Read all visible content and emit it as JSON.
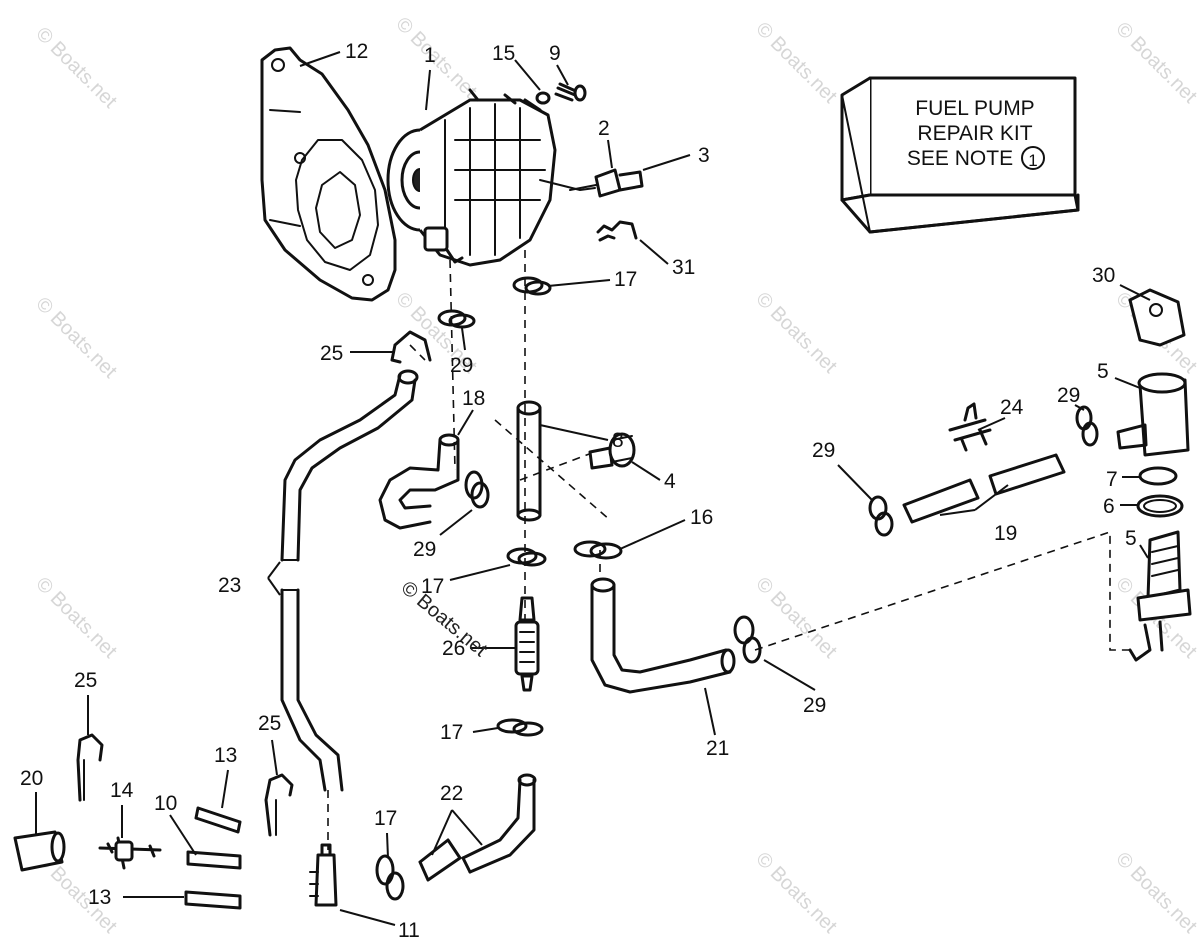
{
  "callouts": {
    "c1": "1",
    "c2": "2",
    "c3": "3",
    "c4": "4",
    "c5a": "5",
    "c5b": "5",
    "c6": "6",
    "c7": "7",
    "c8": "8",
    "c9": "9",
    "c10": "10",
    "c11": "11",
    "c12": "12",
    "c13a": "13",
    "c13b": "13",
    "c14": "14",
    "c15": "15",
    "c16": "16",
    "c17a": "17",
    "c17b": "17",
    "c17c": "17",
    "c17d": "17",
    "c18": "18",
    "c19": "19",
    "c20": "20",
    "c21": "21",
    "c22": "22",
    "c23": "23",
    "c24": "24",
    "c25a": "25",
    "c25b": "25",
    "c25c": "25",
    "c26": "26",
    "c29a": "29",
    "c29b": "29",
    "c29c": "29",
    "c29d": "29",
    "c29e": "29",
    "c30": "30",
    "c31": "31"
  },
  "kit_box": {
    "line1": "FUEL PUMP",
    "line2": "REPAIR KIT",
    "line3": "SEE NOTE",
    "note_number": "1"
  },
  "watermark": {
    "text": "© Boats.net"
  }
}
